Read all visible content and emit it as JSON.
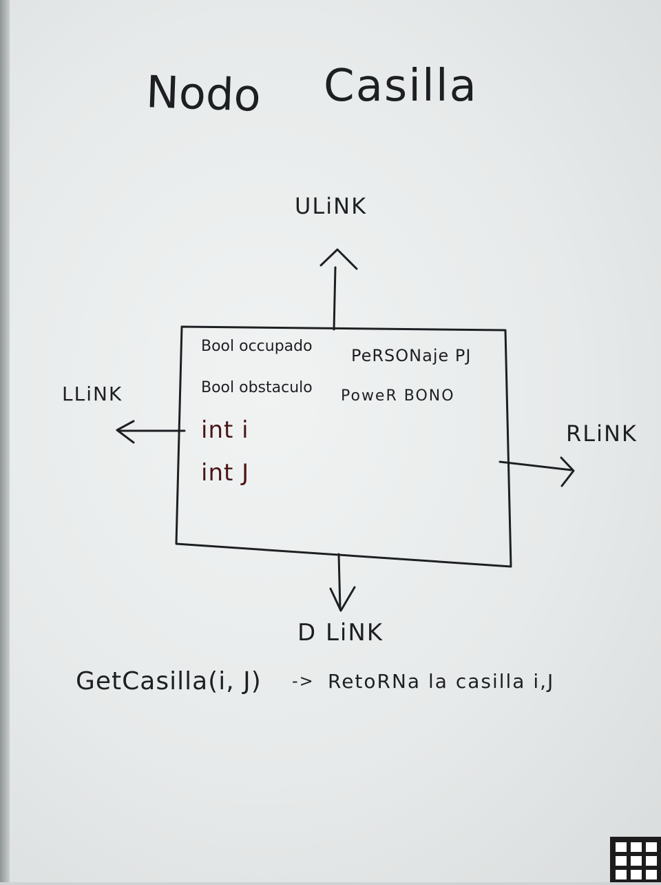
{
  "title": {
    "left": "Nodo",
    "right": "Casilla"
  },
  "links": {
    "up": "ULiNK",
    "left": "LLiNK",
    "right": "RLiNK",
    "down": "D LiNK"
  },
  "node_fields": {
    "bool_ocupado": "Bool occupado",
    "personaje": "PeRSONaje PJ",
    "bool_obstaculo": "Bool obstaculo",
    "power_bono": "PoweR BONO",
    "int_i": "int i",
    "int_j": "int J"
  },
  "method": {
    "signature": "GetCasilla(i, J)",
    "arrow": "->",
    "description": "RetoRNa  la  casilla  i,J"
  },
  "colors": {
    "ink": "#1d1f22",
    "red_ink": "#4a1616",
    "board": "#eceeee"
  }
}
